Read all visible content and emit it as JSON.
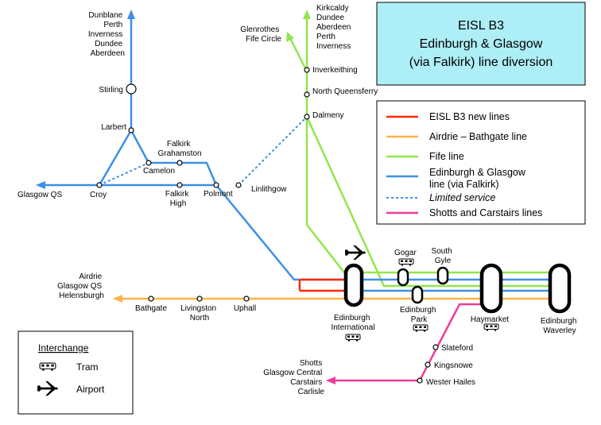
{
  "title": {
    "line1": "EISL B3",
    "line2": "Edinburgh & Glasgow",
    "line3": "(via Falkirk) line diversion"
  },
  "colors": {
    "eisl": "#ff2a00",
    "airdrie": "#ffb347",
    "fife": "#92e64b",
    "eg": "#3d8fe8",
    "shotts": "#ee3d9b",
    "title_bg": "#aeeef6"
  },
  "legend": {
    "eisl": "EISL B3 new lines",
    "airdrie": "Airdrie – Bathgate line",
    "fife": "Fife line",
    "eg_line1": "Edinburgh & Glasgow",
    "eg_line2": "line (via Falkirk)",
    "limited": "Limited service",
    "shotts": "Shotts and Carstairs lines"
  },
  "interchange": {
    "heading": "Interchange",
    "tram": "Tram",
    "airport": "Airport",
    "tram_icon": "tram-icon",
    "airport_icon": "airplane-icon"
  },
  "destinations": {
    "north_lines": [
      "Dunblane",
      "Perth",
      "Inverness",
      "Dundee",
      "Aberdeen"
    ],
    "fife_north_lines": [
      "Kirkcaldy",
      "Dundee",
      "Aberdeen",
      "Perth",
      "Inverness"
    ],
    "glenrothes_lines": [
      "Glenrothes",
      "Fife Circle"
    ],
    "airdrie_lines": [
      "Airdrie",
      "Glasgow QS",
      "Helensburgh"
    ],
    "shotts_lines": [
      "Shotts",
      "Glasgow Central",
      "Carstairs",
      "Carlisle"
    ],
    "glasgow_qs": "Glasgow QS"
  },
  "stations": {
    "stirling": "Stirling",
    "larbert": "Larbert",
    "falkirk_grahamston_1": "Falkirk",
    "falkirk_grahamston_2": "Grahamston",
    "camelon": "Camelon",
    "croy": "Croy",
    "falkirk_high_1": "Falkirk",
    "falkirk_high_2": "High",
    "polmont": "Polmont",
    "linlithgow": "Linlithgow",
    "inverkeithing": "Inverkeithing",
    "north_queensferry": "North Queensferry",
    "dalmeny": "Dalmeny",
    "gogar": "Gogar",
    "south_gyle_1": "South",
    "south_gyle_2": "Gyle",
    "edinburgh_park_1": "Edinburgh",
    "edinburgh_park_2": "Park",
    "edinburgh_international_1": "Edinburgh",
    "edinburgh_international_2": "International",
    "haymarket": "Haymarket",
    "edinburgh_waverley_1": "Edinburgh",
    "edinburgh_waverley_2": "Waverley",
    "bathgate": "Bathgate",
    "livingston_north_1": "Livingston",
    "livingston_north_2": "North",
    "uphall": "Uphall",
    "slateford": "Slateford",
    "kingsknowe": "Kingsnowe",
    "wester_hailes": "Wester Hailes"
  }
}
